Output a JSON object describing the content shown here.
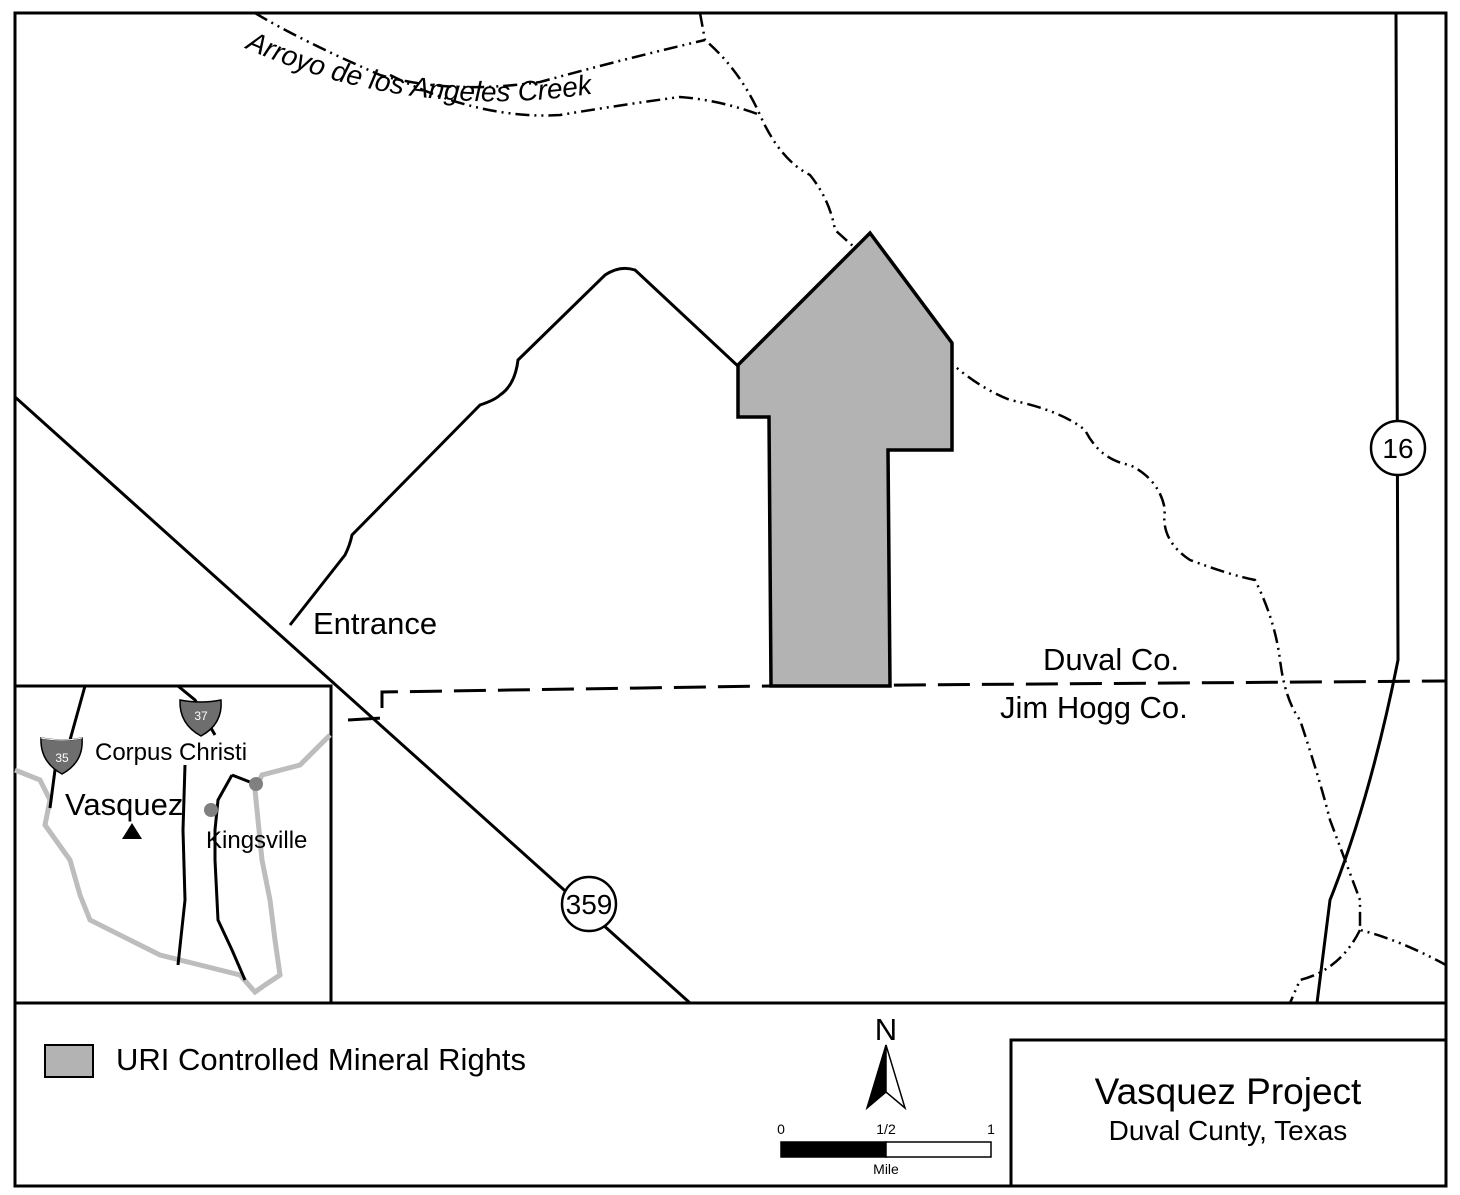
{
  "map": {
    "creek_label": "Arroyo de los Angeles Creek",
    "entrance_label": "Entrance",
    "county_north_label": "Duval Co.",
    "county_south_label": "Jim Hogg Co.",
    "routes": {
      "state_359": "359",
      "state_16": "16"
    },
    "inset": {
      "interstate_35": "35",
      "interstate_37": "37",
      "city_corpus": "Corpus Christi",
      "city_kingsville": "Kingsville",
      "project_marker": "Vasquez"
    },
    "legend": {
      "swatch_label": "URI Controlled Mineral Rights",
      "swatch_color": "#b3b3b3"
    },
    "north_arrow": {
      "label": "N"
    },
    "scale_bar": {
      "tick_0": "0",
      "tick_half": "1/2",
      "tick_1": "1",
      "unit": "Mile"
    },
    "title_block": {
      "title": "Vasquez Project",
      "subtitle": "Duval Cunty, Texas"
    },
    "colors": {
      "parcel_fill": "#b3b3b3",
      "inset_boundary": "#bdbdbd",
      "shield_fill": "#6e6e6e",
      "city_dot": "#808080"
    }
  }
}
